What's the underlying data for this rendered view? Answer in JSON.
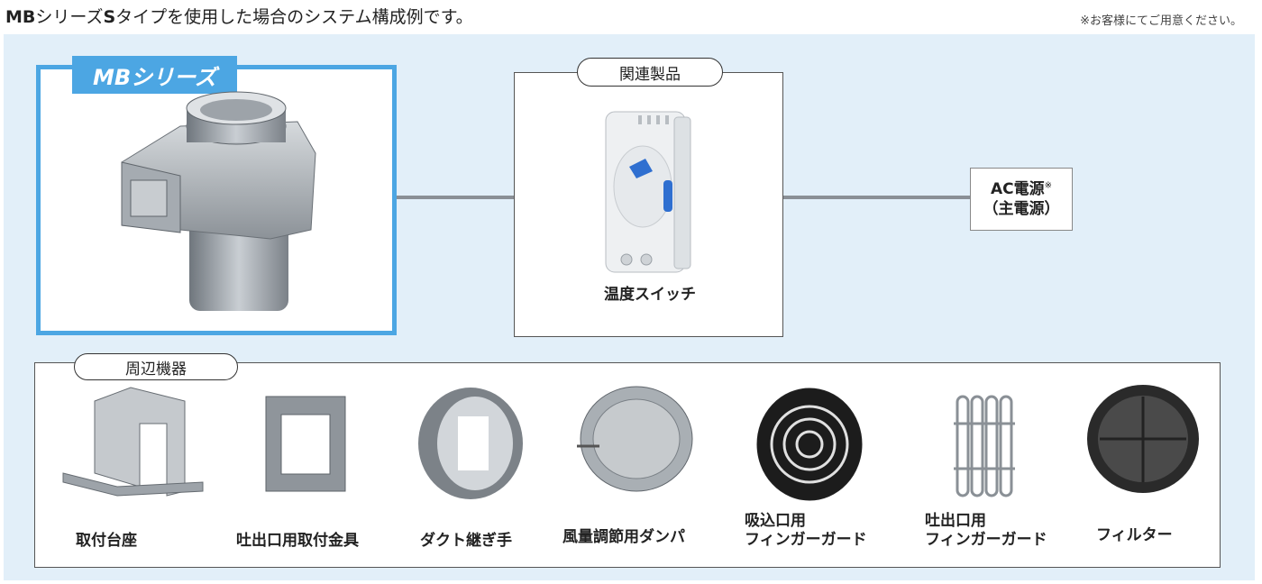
{
  "caption": {
    "part1": "MB",
    "part2": "シリーズ",
    "part3": "S",
    "part4": "タイプを使用した場合のシステム構成例です。"
  },
  "note": "※お客様にてご用意ください。",
  "mb_series": {
    "label": "MBシリーズ"
  },
  "related": {
    "label": "関連製品",
    "switch_label": "温度スイッチ"
  },
  "ac_power": {
    "line1": "AC電源",
    "mark": "※",
    "line2": "（主電源）"
  },
  "peripherals": {
    "label": "周辺機器",
    "items": [
      {
        "line1": "取付台座",
        "line2": ""
      },
      {
        "line1": "吐出口用取付金具",
        "line2": ""
      },
      {
        "line1": "ダクト継ぎ手",
        "line2": ""
      },
      {
        "line1": "風量調節用ダンパ",
        "line2": ""
      },
      {
        "line1": "吸込口用",
        "line2": "フィンガーガード"
      },
      {
        "line1": "吐出口用",
        "line2": "フィンガーガード"
      },
      {
        "line1": "フィルター",
        "line2": ""
      }
    ]
  },
  "colors": {
    "accent": "#4ca6e3",
    "panel": "#e2eff9",
    "line": "#8a8f96"
  }
}
